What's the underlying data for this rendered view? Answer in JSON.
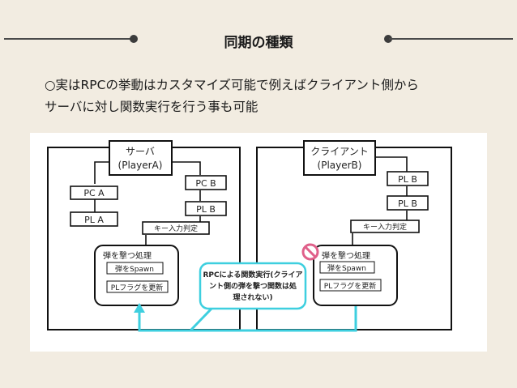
{
  "header": {
    "title": "同期の種類"
  },
  "body": {
    "line1": "○実はRPCの挙動はカスタマイズ可能で例えばクライアント側から",
    "line2": "サーバに対し関数実行を行う事も可能"
  },
  "diagram": {
    "server": {
      "title_line1": "サーバ",
      "title_line2": "(PlayerA)",
      "pca": "PC A",
      "pla": "PL A",
      "pcb": "PC B",
      "plb": "PL B",
      "key_input": "キー入力判定",
      "process_title": "弾を撃つ処理",
      "spawn": "弾をSpawn",
      "flag": "PLフラグを更新"
    },
    "client": {
      "title_line1": "クライアント",
      "title_line2": "(PlayerB)",
      "plb1": "PL B",
      "plb2": "PL B",
      "key_input": "キー入力判定",
      "process_title": "弾を撃つ処理",
      "spawn": "弾をSpawn",
      "flag": "PLフラグを更新"
    },
    "callout": {
      "line1": "RPCによる関数実行(クライア",
      "line2": "ント側の弾を撃つ関数は処",
      "line3": "理されない)"
    },
    "colors": {
      "connector": "#3ecfdf",
      "prohibit": "#e0608a"
    }
  }
}
